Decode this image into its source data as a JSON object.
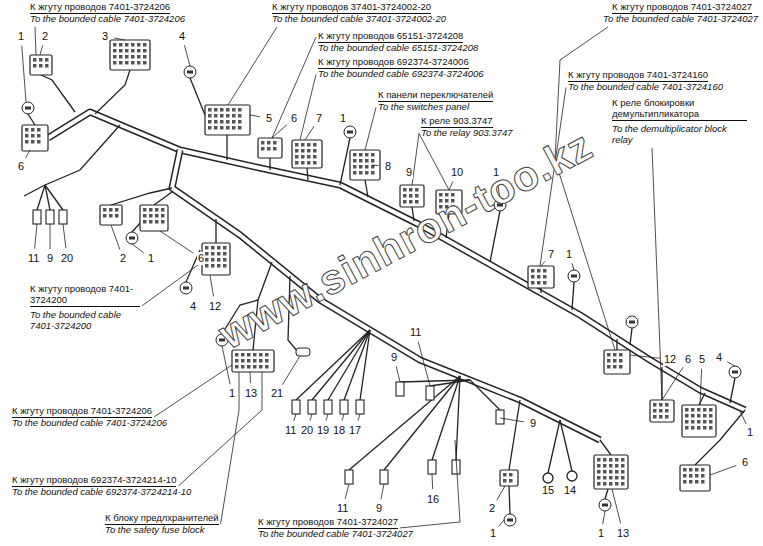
{
  "diagram": {
    "labels": [
      "К жгуту проводов 7401-3724206",
      "To the bounded cable 7401-3724206",
      "К жгуту проводов 37401-3724002-20",
      "To the bounded cable 37401-3724002-20",
      "К жгуту проводов 65151-3724208",
      "To the bounded cable 65151-3724208",
      "К жгуту проводов 692374-3724006",
      "To the bounded cable 692374-3724006",
      "К панели переключателей",
      "To the switches panel",
      "К реле 903.3747",
      "To the relay 903.3747",
      "К жгуту проводов 7401-3724027",
      "To the bounded cable 7401-3724027",
      "К жгуту проводов 7401-3724160",
      "To the bounded cable 7401-3724160",
      "К реле блокировки демультипликатора",
      "To the demultiplicator block relay",
      "К жгуту проводов 7401-3724200",
      "To the bounded cable 7401-3724200",
      "К жгуту проводов 7401-3724206",
      "To the bounded cable 7401-3724206",
      "К жгуту проводов 692374-3724214-10",
      "To the bounded cable 692374-3724214-10",
      "К блоку предлхранителей",
      "To the safety fuse block",
      "К жгуту проводов 7401-3724027",
      "To the bounded cable 7401-3724027",
      "www.sinhron-too.kz",
      "1",
      "2",
      "3",
      "4",
      "6",
      "11",
      "9",
      "20",
      "5",
      "6",
      "7",
      "1",
      "8",
      "9",
      "10",
      "1",
      "2",
      "1",
      "6",
      "4",
      "12",
      "7",
      "1",
      "1",
      "13",
      "21",
      "11",
      "20",
      "19",
      "18",
      "17",
      "11",
      "9",
      "9",
      "11",
      "9",
      "16",
      "2",
      "1",
      "15",
      "14",
      "1",
      "13",
      "12",
      "6",
      "5",
      "4",
      "1",
      "6"
    ]
  }
}
